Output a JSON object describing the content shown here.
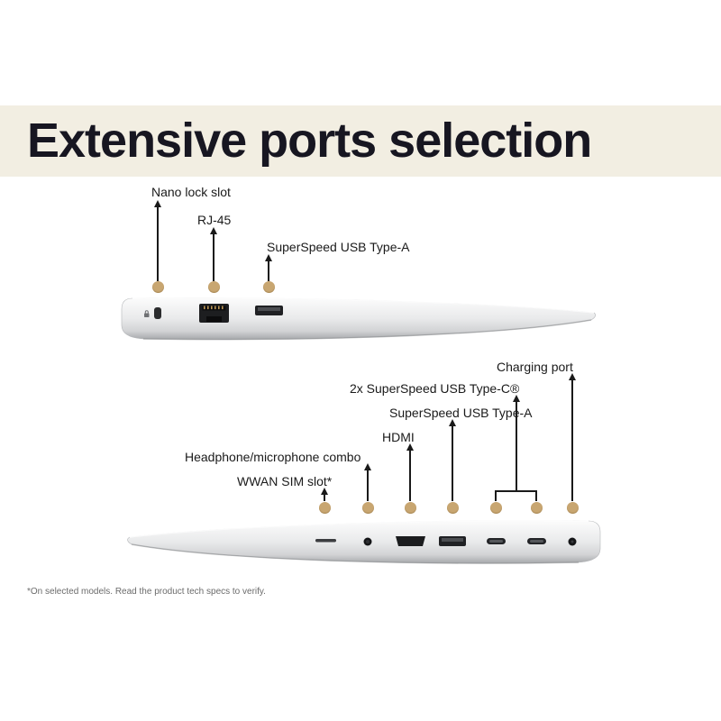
{
  "title": "Extensive ports selection",
  "footnote": "*On selected models. Read the product tech specs to verify.",
  "colors": {
    "band_bg": "#f2eee2",
    "title_text": "#171621",
    "label_text": "#1a1a1a",
    "marker_dot": "#c8a671",
    "arrow": "#1a1a1a",
    "footnote_text": "#6b6b6b",
    "laptop_silver_light": "#fcfcfc",
    "laptop_silver_dark": "#a6a8ab"
  },
  "top_view": {
    "labels": [
      "Nano lock slot",
      "RJ-45",
      "SuperSpeed USB Type-A"
    ]
  },
  "bottom_view": {
    "labels": [
      "Charging port",
      "2x SuperSpeed USB Type-C®",
      "SuperSpeed USB Type-A",
      "HDMI",
      "Headphone/microphone combo",
      "WWAN SIM slot*"
    ]
  }
}
